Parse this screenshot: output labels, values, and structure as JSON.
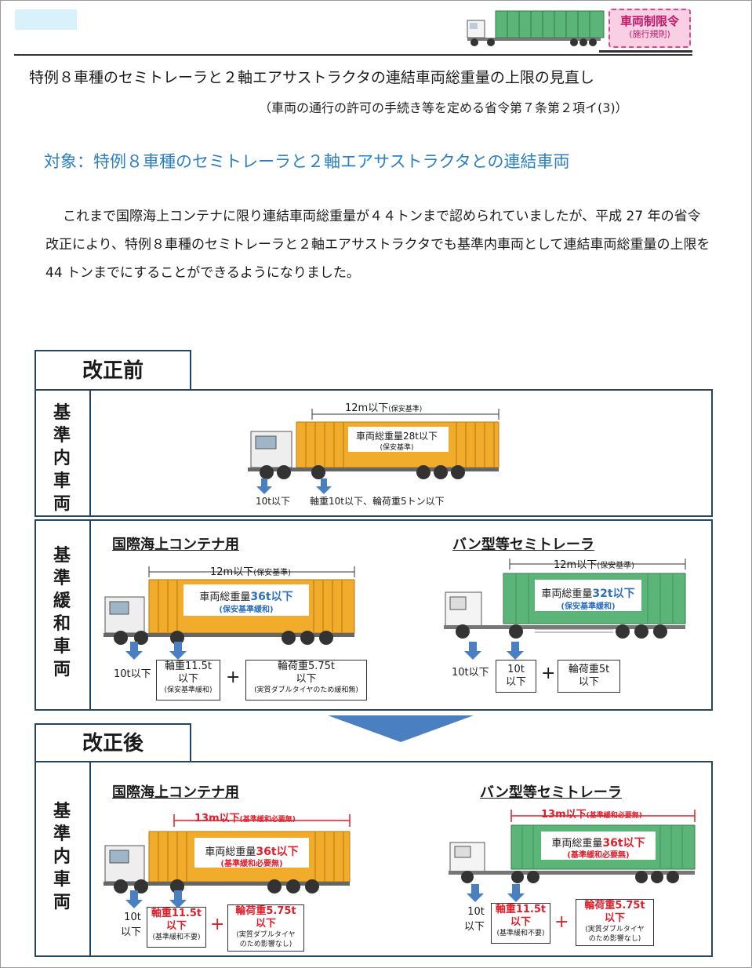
{
  "badge": {
    "line1": "車両制限令",
    "line2": "(施行規則)"
  },
  "title": "特例８車種のセミトレーラと２軸エアサストラクタの連結車両総重量の上限の見直し",
  "subtitle": "（車両の通行の許可の手続き等を定める省令第７条第２項イ(3)）",
  "target": "対象：特例８車種のセミトレーラと２軸エアサストラクタとの連結車両",
  "paragraph": "これまで国際海上コンテナに限り連結車両総重量が４４トンまで認められていましたが、平成 27 年の省令改正により、特例８車種のセミトレーラと２軸エアサストラクタでも基準内車両として連結車両総重量の上限を 44 トンまでにすることができるようになりました。",
  "before": {
    "tab": "改正前",
    "standard": {
      "row_label": "基準内車両",
      "length": "12m以下",
      "length_note": "(保安基準)",
      "gross": "車両総重量28t以下",
      "gross_note": "(保安基準)",
      "front_axle": "10t以下",
      "rear_axle": "軸重10t以下、輪荷重5トン以下"
    },
    "relaxed": {
      "row_label": "基準緩和車両",
      "container": {
        "heading": "国際海上コンテナ用",
        "length": "12m以下",
        "length_note": "(保安基準)",
        "gross_prefix": "車両総重量",
        "gross_value": "36t以下",
        "gross_note": "(保安基準緩和)",
        "front_axle": "10t以下",
        "axle_box": {
          "l1": "軸重11.5t",
          "l2": "以下",
          "note": "(保安基準緩和)"
        },
        "wheel_box": {
          "l1": "輪荷重5.75t",
          "l2": "以下",
          "note": "(実質ダブルタイヤのため緩和無)"
        }
      },
      "van": {
        "heading": "バン型等セミトレーラ",
        "length": "12m以下",
        "length_note": "(保安基準)",
        "gross_prefix": "車両総重量",
        "gross_value": "32t以下",
        "gross_note": "(保安基準緩和)",
        "front_axle": "10t以下",
        "axle_box": {
          "l1": "10t",
          "l2": "以下"
        },
        "wheel_box": {
          "l1": "輪荷重5t",
          "l2": "以下"
        }
      }
    }
  },
  "after": {
    "tab": "改正後",
    "row_label": "基準内車両",
    "container": {
      "heading": "国際海上コンテナ用",
      "length": "13m以下",
      "length_note": "(基準緩和必要無)",
      "gross_prefix": "車両総重量",
      "gross_value": "36t以下",
      "gross_note": "(基準緩和必要無)",
      "front_axle_l1": "10t",
      "front_axle_l2": "以下",
      "axle_box": {
        "l1": "軸重11.5t",
        "l2": "以下",
        "note": "(基準緩和不要)"
      },
      "wheel_box": {
        "l1": "輪荷重5.75t",
        "l2": "以下",
        "note1": "(実質ダブルタイヤ",
        "note2": "のため影響なし)"
      }
    },
    "van": {
      "heading": "バン型等セミトレーラ",
      "length": "13m以下",
      "length_note": "(基準緩和必要無)",
      "gross_prefix": "車両総重量",
      "gross_value": "36t以下",
      "gross_note": "(基準緩和必要無)",
      "front_axle_l1": "10t",
      "front_axle_l2": "以下",
      "axle_box": {
        "l1": "軸重11.5t",
        "l2": "以下",
        "note": "(基準緩和不要)"
      },
      "wheel_box": {
        "l1": "輪荷重5.75t",
        "l2": "以下",
        "note1": "(実質ダブルタイヤ",
        "note2": "のため影響なし)"
      }
    }
  },
  "colors": {
    "container": "#f2ac2c",
    "van": "#5cb578",
    "accent": "#2b7fc6",
    "red": "#e11d2a",
    "arrow": "#4a7fc1",
    "border": "#26455e"
  }
}
